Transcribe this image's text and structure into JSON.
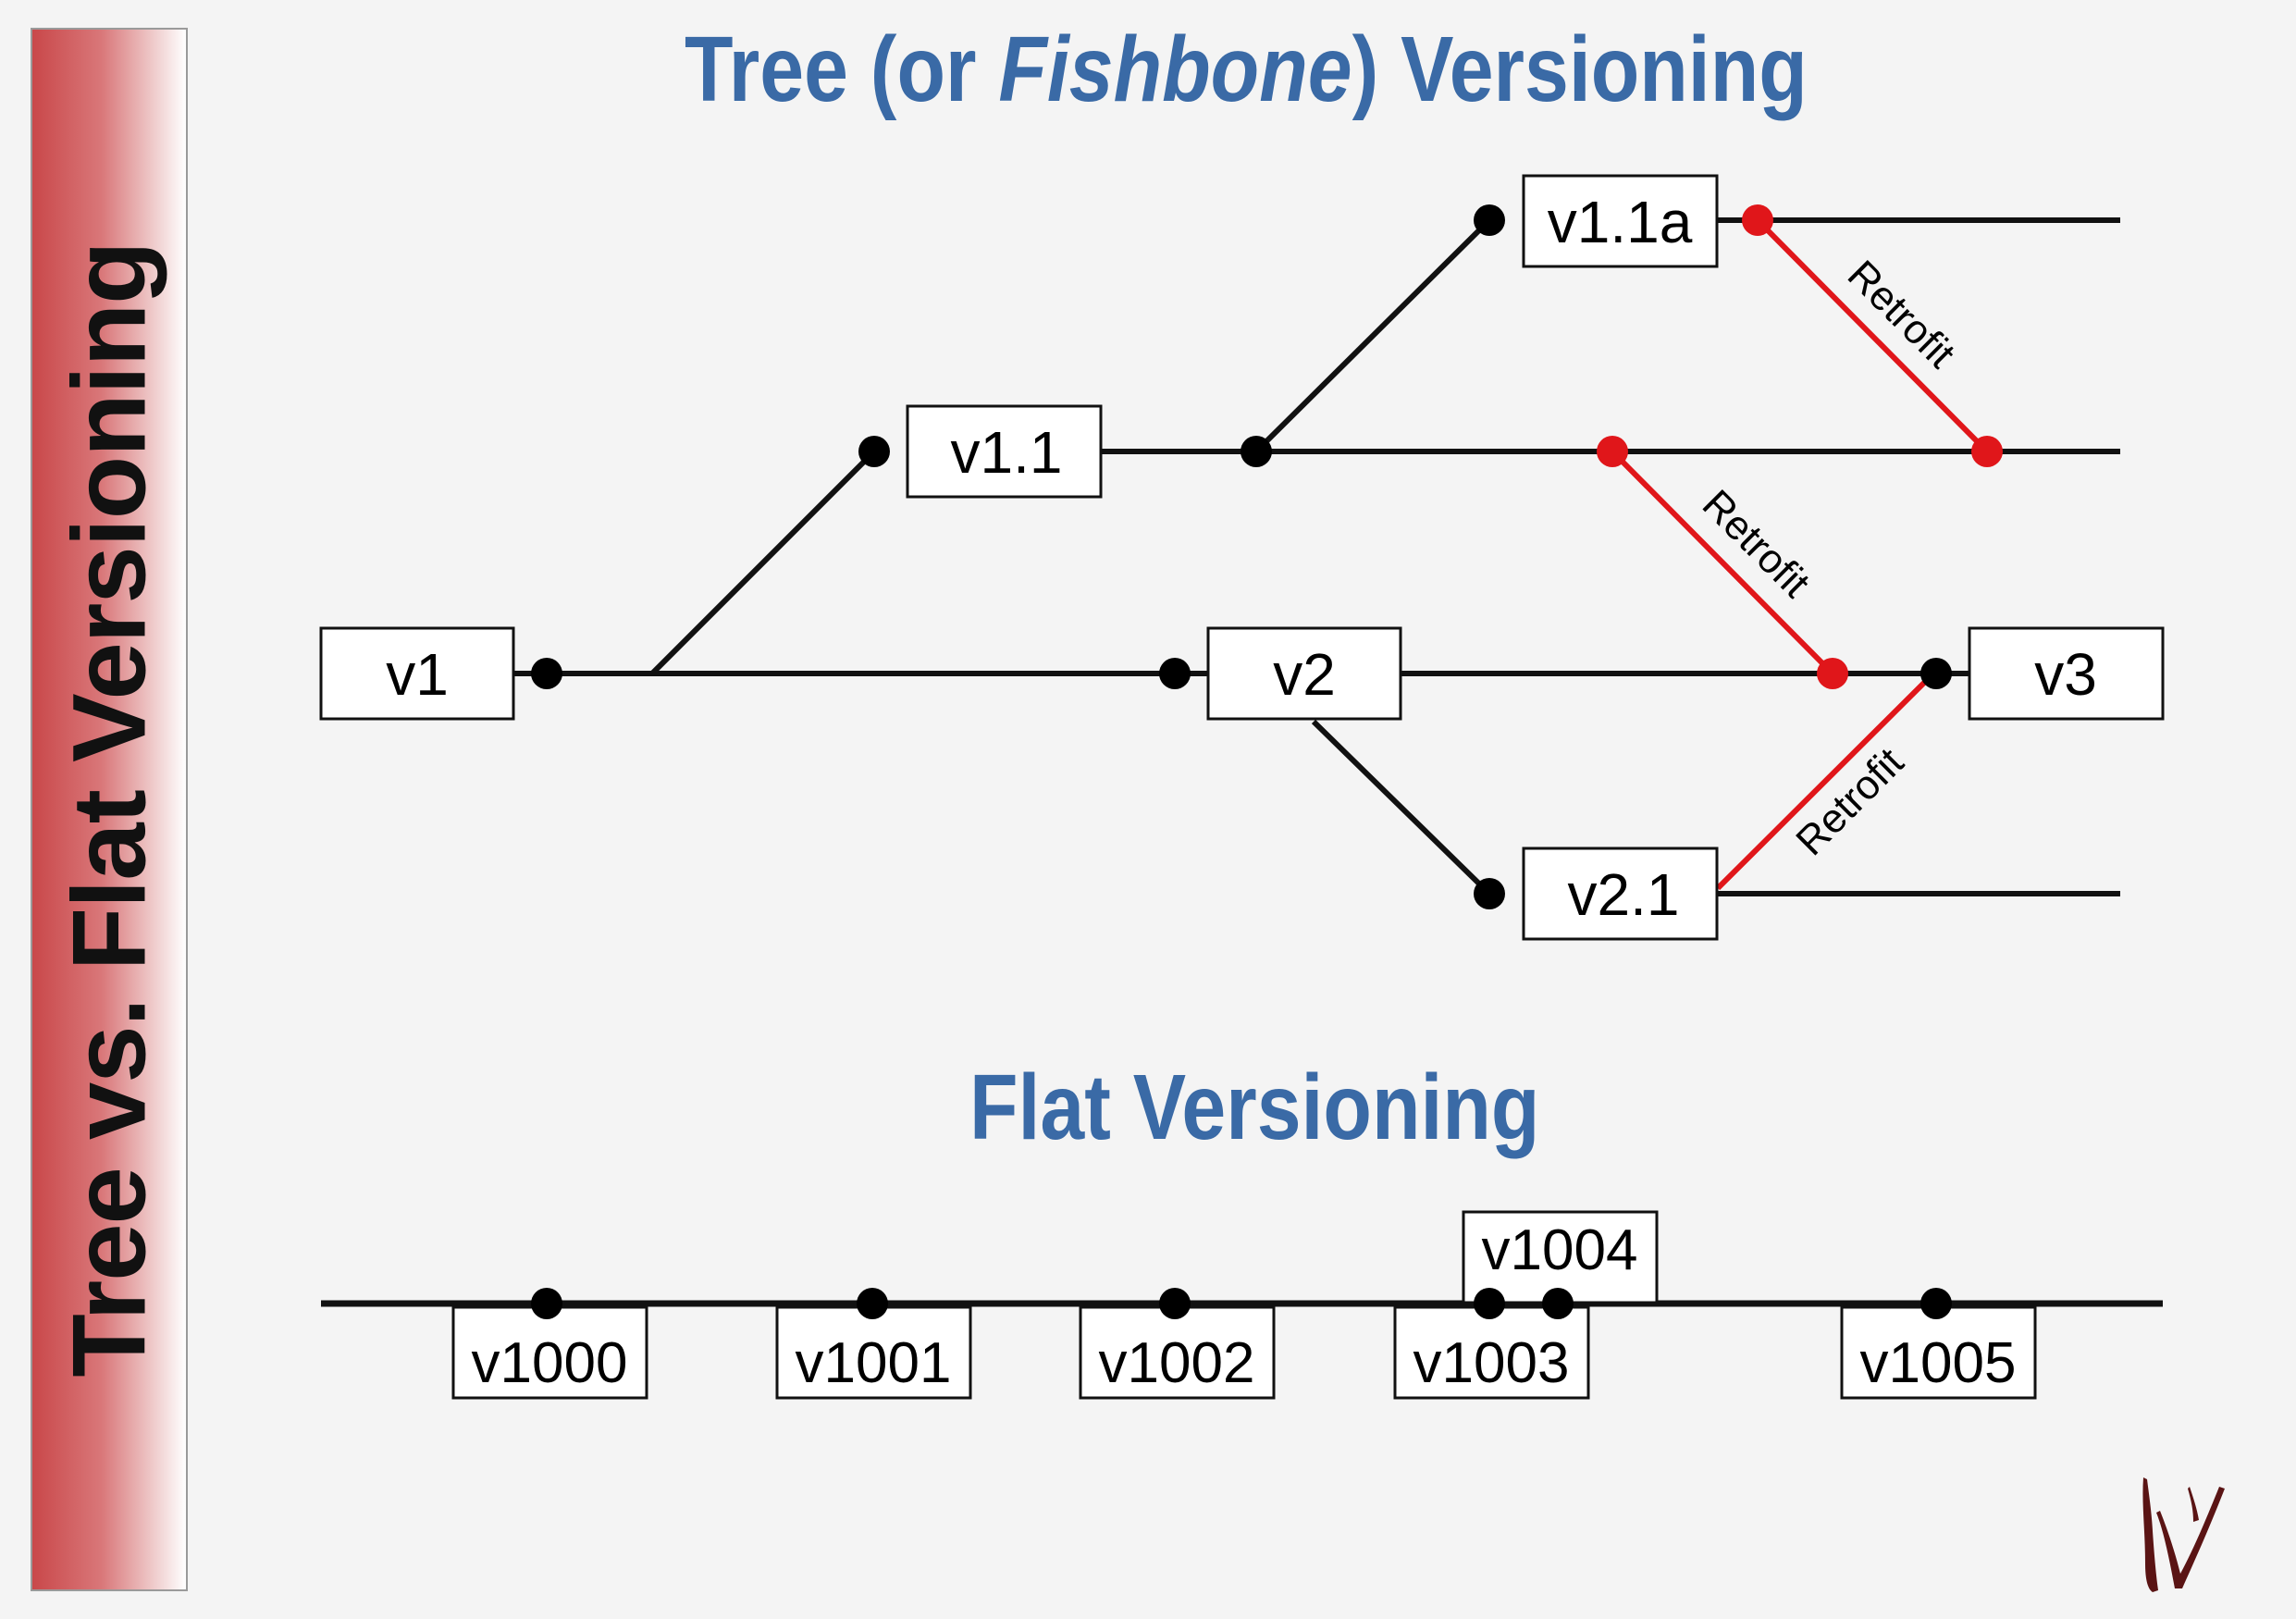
{
  "side_title": "Tree vs. Flat Versioning",
  "tree_title": {
    "before": "Tree (or ",
    "italic": "Fishbone",
    "after": ") Versioning"
  },
  "flat_title": "Flat Versioning",
  "tree_versions": {
    "v1": "v1",
    "v1_1": "v1.1",
    "v1_1a": "v1.1a",
    "v2": "v2",
    "v2_1": "v2.1",
    "v3": "v3"
  },
  "retrofit_label": "Retrofit",
  "flat_versions": [
    "v1000",
    "v1001",
    "v1002",
    "v1003",
    "v1004",
    "v1005"
  ],
  "colors": {
    "title": "#3a6aa6",
    "retrofit": "#e0161a",
    "line": "#111111",
    "sidebar_red": "#c9484a"
  },
  "logo_icon": "v-signature-logo-icon"
}
